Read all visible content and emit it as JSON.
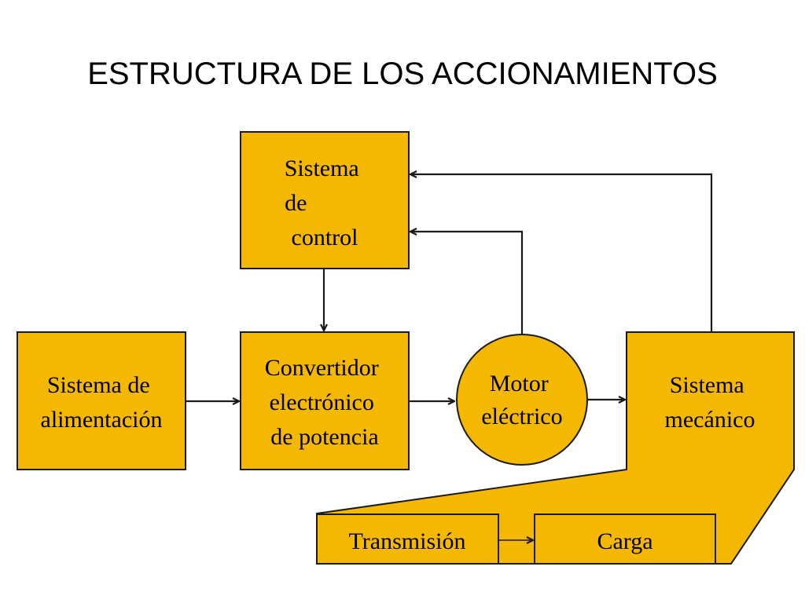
{
  "title": "ESTRUCTURA DE LOS ACCIONAMIENTOS",
  "colors": {
    "block_fill": "#f5b800",
    "stroke": "#1a1a1a",
    "background": "#ffffff"
  },
  "blocks": {
    "control": {
      "lines": [
        "Sistema",
        "de",
        "control"
      ]
    },
    "alimentacion": {
      "lines": [
        "Sistema de",
        "alimentación"
      ]
    },
    "convertidor": {
      "lines": [
        "Convertidor",
        "electrónico",
        "de potencia"
      ]
    },
    "motor": {
      "lines": [
        "Motor",
        "eléctrico"
      ]
    },
    "mecanico": {
      "lines": [
        "Sistema",
        "mecánico"
      ]
    },
    "transmision": {
      "lines": [
        "Transmisión"
      ]
    },
    "carga": {
      "lines": [
        "Carga"
      ]
    }
  }
}
